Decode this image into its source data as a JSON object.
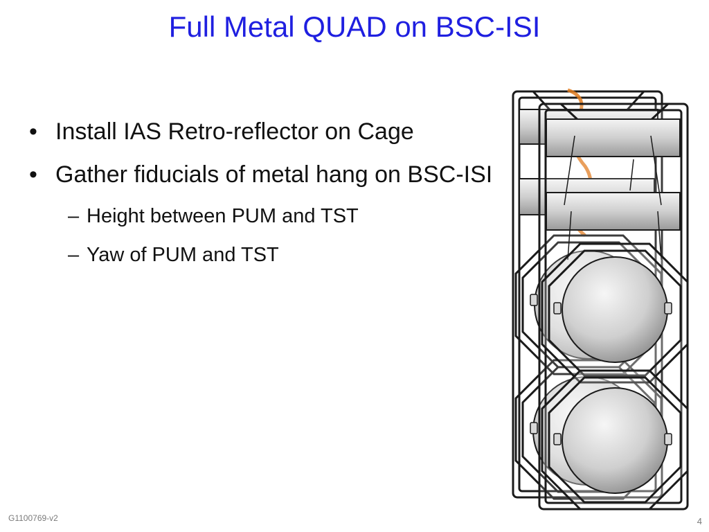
{
  "slide": {
    "title": "Full Metal QUAD on BSC-ISI",
    "bullets": [
      {
        "text": "Install IAS Retro-reflector on Cage"
      },
      {
        "text": "Gather fiducials of metal hang on BSC-ISI",
        "subbullets": [
          {
            "text": "Height between PUM and TST"
          },
          {
            "text": "Yaw of PUM and TST"
          }
        ]
      }
    ],
    "footer_code": "G1100769-v2",
    "page_number": "4",
    "figure_icon": "quad-suspension-drawing",
    "colors": {
      "title": "#1f1fe0",
      "text": "#111111",
      "footer": "#7a7a7a",
      "accent_orange": "#e07b1f"
    }
  }
}
